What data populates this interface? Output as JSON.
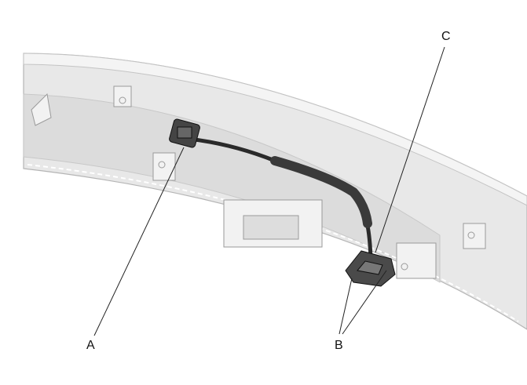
{
  "callouts": {
    "a": "A",
    "b": "B",
    "c": "C"
  },
  "colors": {
    "panel": "#e6e6e6",
    "panel_edge": "#b5b5b5",
    "cable": "#2a2a2a",
    "leader": "#222222"
  }
}
